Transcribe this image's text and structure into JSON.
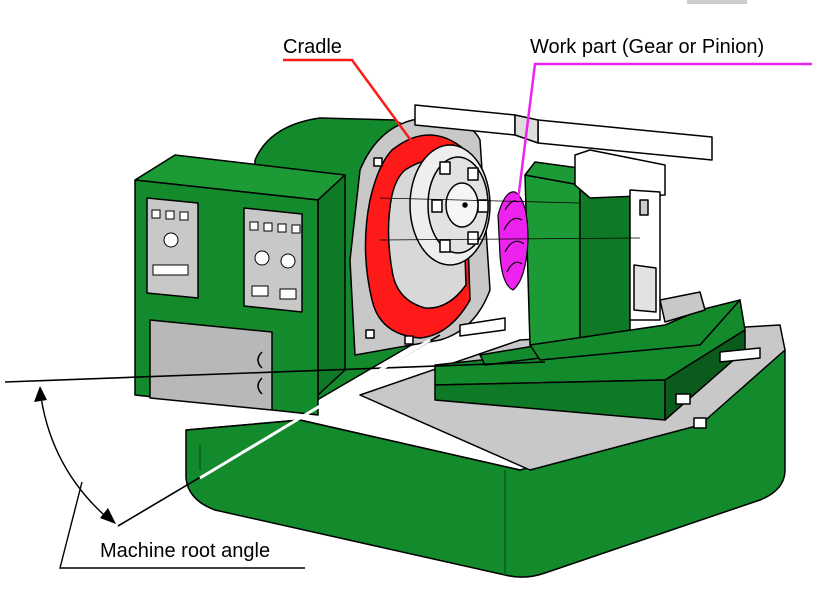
{
  "labels": {
    "cradle": "Cradle",
    "work_part": "Work part (Gear or Pinion)",
    "machine_root_angle": "Machine root angle"
  },
  "colors": {
    "machine_green": "#138a2c",
    "machine_green_dark": "#0b5c1c",
    "cradle_red": "#ff1a1a",
    "work_part_magenta": "#ee22ee",
    "metal_gray": "#c8c8c8",
    "outline": "#000000"
  }
}
